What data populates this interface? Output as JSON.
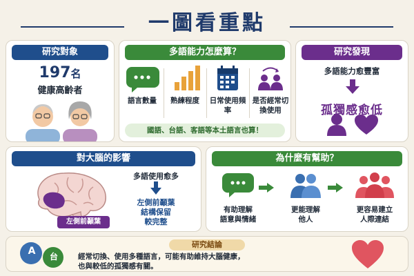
{
  "title": "一圖看重點",
  "subjects": {
    "header": "研究對象",
    "count": "197",
    "unit": "名",
    "desc": "健康高齡者",
    "icon": "elderly-couple"
  },
  "measure": {
    "header": "多語能力怎麼算？",
    "items": [
      {
        "label": "語言數量",
        "icon": "speech-bubble-icon"
      },
      {
        "label": "熟練程度",
        "icon": "bar-chart-icon"
      },
      {
        "label": "日常使用頻率",
        "icon": "calendar-icon"
      },
      {
        "label": "是否經常切換使用",
        "icon": "people-switch-icon"
      }
    ],
    "note": "國語、台語、客語等本土語言也算！"
  },
  "findings": {
    "header": "研究發現",
    "line": "多語能力愈豐富",
    "result": "孤獨感愈低",
    "icons": [
      "person-icon",
      "heart-icon"
    ]
  },
  "brain": {
    "header": "對大腦的影響",
    "lead": "多語使用愈多",
    "area": "左側前顳葉",
    "effect1": "結構保留",
    "effect2": "較完整",
    "brain_label": "左側前顳葉"
  },
  "help": {
    "header": "為什麼有幫助？",
    "items": [
      {
        "line1": "有助理解",
        "line2": "語意與情緒",
        "icon": "speech-bubble-icon"
      },
      {
        "line1": "更能理解",
        "line2": "他人",
        "icon": "two-people-icon"
      },
      {
        "line1": "更容易建立",
        "line2": "人際連結",
        "icon": "group-icon"
      }
    ]
  },
  "conclusion": {
    "header": "研究結論",
    "line1": "經常切換、使用多種語言，可能有助維持大腦健康，",
    "line2": "也與較低的孤獨感有關。",
    "badge_a": "A",
    "badge_b": "台",
    "icon": "heart-icon"
  },
  "colors": {
    "blue": "#1f4e8c",
    "green": "#3a8a3a",
    "purple": "#6b2e8c",
    "orange": "#e8a23a",
    "heart": "#e05560"
  }
}
